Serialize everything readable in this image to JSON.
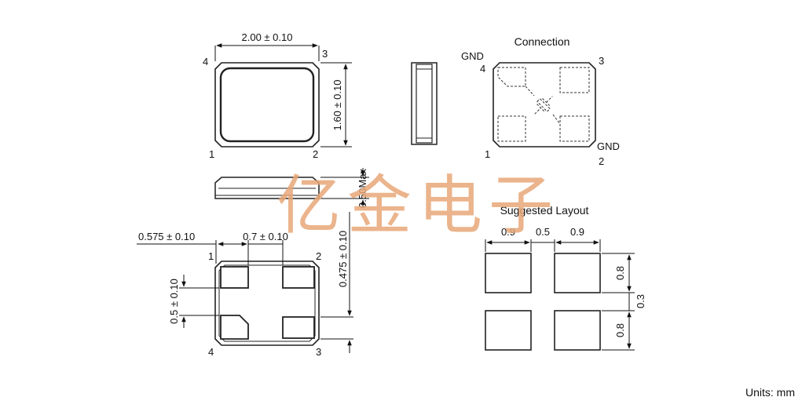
{
  "top_view": {
    "width_dim": "2.00 ± 0.10",
    "height_dim": "1.60 ± 0.10",
    "pins": [
      "1",
      "2",
      "3",
      "4"
    ]
  },
  "side_view": {
    "height_dim": "0.50Max"
  },
  "bottom_view": {
    "dim_edge": "0.575 ± 0.10",
    "dim_pad_width": "0.7 ± 0.10",
    "dim_pad_height": "0.5 ± 0.10",
    "dim_pad_offset": "0.475 ± 0.10",
    "pins": [
      "1",
      "2",
      "3",
      "4"
    ]
  },
  "connection": {
    "title": "Connection",
    "gnd_label_4": "GND",
    "pin_4": "4",
    "pin_3": "3",
    "pin_1": "1",
    "gnd_label_2": "GND",
    "pin_2": "2"
  },
  "layout": {
    "title": "Suggested Layout",
    "dim_pad_w1": "0.9",
    "dim_gap": "0.5",
    "dim_pad_w2": "0.9",
    "dim_pad_h1": "0.8",
    "dim_gap_v": "0.3",
    "dim_pad_h2": "0.8"
  },
  "watermark": "亿金电子",
  "units": "Units: mm"
}
